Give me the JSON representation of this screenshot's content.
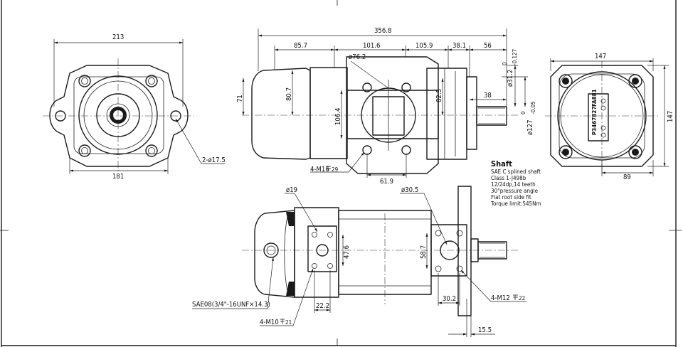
{
  "front_view": {
    "width_top": "213",
    "width_bottom": "181",
    "holes_callout": "2-ø17.5"
  },
  "side_view": {
    "overall_length": "356.8",
    "d_85_7": "85.7",
    "d_101_6": "101.6",
    "d_105_9": "105.9",
    "d_38_1": "38.1",
    "d_56": "56",
    "dia_76_2": "ø76.2",
    "d_71": "71",
    "d_80_7": "80.7",
    "d_106_4": "106.4",
    "d_82_5": "82.5",
    "d_38": "38",
    "shaft_dia": "ø31.2",
    "shaft_tol_top": "0",
    "shaft_tol_bottom": "-0.127",
    "pilot_dia": "ø127",
    "pilot_tol_top": "0",
    "pilot_tol_bottom": "-0.05",
    "d_61_9": "61.9",
    "thread_callout": "4-M16",
    "thread_depth": "29"
  },
  "rear_view": {
    "width_top": "147",
    "height": "147",
    "offset": "89",
    "nameplate_line1": "P3467827",
    "nameplate_line2": "FA881"
  },
  "shaft_notes": {
    "title": "Shaft",
    "lines": [
      "SAE C splined shaft",
      "Class 1-J498b",
      "12/24dp,14 teeth",
      "30°pressure angle",
      "Flat root side fit",
      "Torque limit:545Nm"
    ]
  },
  "top_view": {
    "dia_19": "ø19",
    "dia_30_5": "ø30.5",
    "d_47_6": "47.6",
    "d_58_7": "58.7",
    "d_22_2": "22.2",
    "d_30_2": "30.2",
    "d_15_5": "15.5",
    "port_callout": "SAE08(3/4\"-16UNF×14.3)",
    "m10_callout": "4-M10",
    "m10_depth": "21",
    "m12_callout": "4-M12",
    "m12_depth": "22"
  }
}
